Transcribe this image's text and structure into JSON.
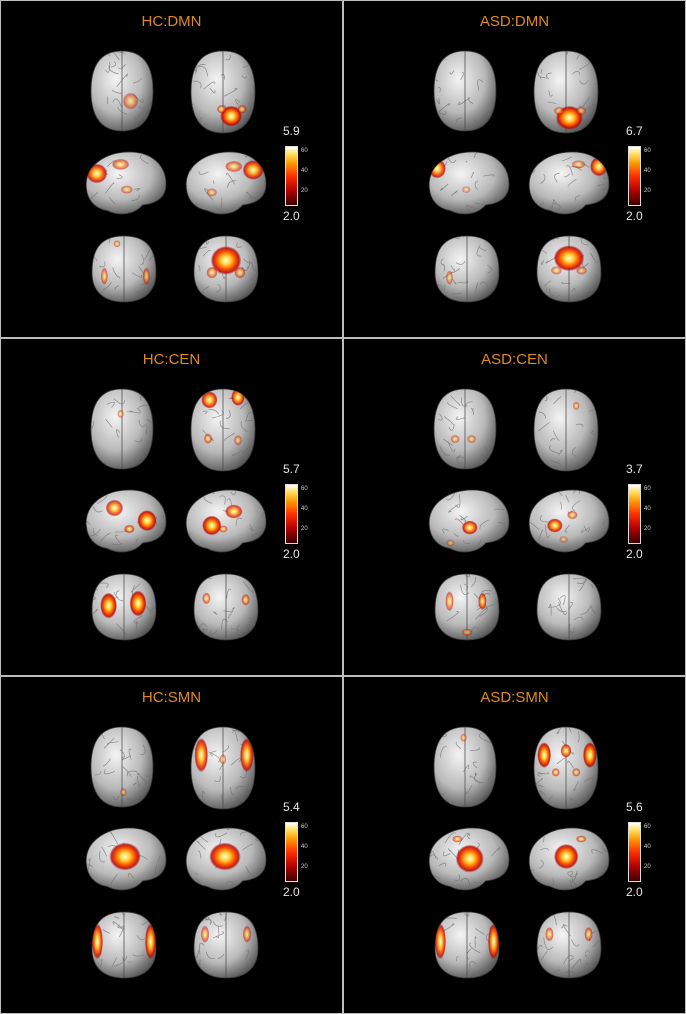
{
  "panels": [
    {
      "key": "hc-dmn",
      "title": "HC:DMN",
      "scale_max": "5.9",
      "scale_min": "2.0",
      "ticks": [
        "60",
        "40",
        "20"
      ],
      "spots": {
        "inferior": [
          [
            0.63,
            0.62,
            0.12,
            0.1,
            0.5
          ]
        ],
        "superior": [
          [
            0.62,
            0.78,
            0.16,
            0.12,
            1.0
          ],
          [
            0.48,
            0.7,
            0.07,
            0.05,
            0.6
          ],
          [
            0.78,
            0.7,
            0.07,
            0.05,
            0.6
          ]
        ],
        "left": [
          [
            0.18,
            0.35,
            0.12,
            0.14,
            0.9
          ],
          [
            0.45,
            0.22,
            0.1,
            0.08,
            0.6
          ],
          [
            0.52,
            0.58,
            0.07,
            0.06,
            0.5
          ]
        ],
        "right": [
          [
            0.82,
            0.3,
            0.12,
            0.14,
            0.9
          ],
          [
            0.6,
            0.25,
            0.1,
            0.08,
            0.6
          ],
          [
            0.35,
            0.62,
            0.06,
            0.06,
            0.5
          ]
        ],
        "anterior": [
          [
            0.4,
            0.15,
            0.05,
            0.05,
            0.5
          ],
          [
            0.22,
            0.6,
            0.05,
            0.12,
            0.6
          ],
          [
            0.82,
            0.6,
            0.05,
            0.12,
            0.6
          ]
        ],
        "posterior": [
          [
            0.5,
            0.38,
            0.22,
            0.2,
            1.0
          ],
          [
            0.3,
            0.55,
            0.08,
            0.08,
            0.6
          ],
          [
            0.7,
            0.55,
            0.08,
            0.08,
            0.6
          ]
        ]
      }
    },
    {
      "key": "asd-dmn",
      "title": "ASD:DMN",
      "scale_max": "6.7",
      "scale_min": "2.0",
      "ticks": [
        "60",
        "40",
        "20"
      ],
      "spots": {
        "inferior": [],
        "superior": [
          [
            0.55,
            0.8,
            0.2,
            0.14,
            1.0
          ],
          [
            0.4,
            0.72,
            0.08,
            0.05,
            0.5
          ],
          [
            0.72,
            0.72,
            0.08,
            0.05,
            0.5
          ]
        ],
        "left": [
          [
            0.15,
            0.28,
            0.1,
            0.14,
            0.9
          ],
          [
            0.48,
            0.58,
            0.05,
            0.05,
            0.4
          ]
        ],
        "right": [
          [
            0.85,
            0.25,
            0.1,
            0.14,
            0.9
          ],
          [
            0.62,
            0.22,
            0.08,
            0.06,
            0.5
          ]
        ],
        "anterior": [
          [
            0.25,
            0.62,
            0.05,
            0.1,
            0.5
          ]
        ],
        "posterior": [
          [
            0.5,
            0.35,
            0.22,
            0.18,
            1.0
          ],
          [
            0.32,
            0.52,
            0.08,
            0.06,
            0.5
          ],
          [
            0.68,
            0.52,
            0.08,
            0.06,
            0.5
          ]
        ]
      }
    },
    {
      "key": "hc-cen",
      "title": "HC:CEN",
      "scale_max": "5.7",
      "scale_min": "2.0",
      "ticks": [
        "60",
        "40",
        "20"
      ],
      "spots": {
        "inferior": [
          [
            0.48,
            0.32,
            0.05,
            0.05,
            0.5
          ]
        ],
        "superior": [
          [
            0.3,
            0.15,
            0.12,
            0.1,
            0.9
          ],
          [
            0.72,
            0.12,
            0.1,
            0.1,
            0.9
          ],
          [
            0.28,
            0.6,
            0.06,
            0.06,
            0.6
          ],
          [
            0.72,
            0.62,
            0.06,
            0.06,
            0.5
          ]
        ],
        "left": [
          [
            0.38,
            0.3,
            0.1,
            0.12,
            0.8
          ],
          [
            0.75,
            0.48,
            0.11,
            0.15,
            1.0
          ],
          [
            0.55,
            0.6,
            0.06,
            0.06,
            0.7
          ]
        ],
        "right": [
          [
            0.35,
            0.55,
            0.11,
            0.14,
            1.0
          ],
          [
            0.6,
            0.35,
            0.1,
            0.1,
            0.8
          ],
          [
            0.48,
            0.6,
            0.05,
            0.05,
            0.6
          ]
        ],
        "anterior": [
          [
            0.28,
            0.48,
            0.12,
            0.18,
            1.0
          ],
          [
            0.7,
            0.45,
            0.12,
            0.18,
            1.0
          ]
        ],
        "posterior": [
          [
            0.22,
            0.38,
            0.06,
            0.08,
            0.6
          ],
          [
            0.78,
            0.4,
            0.06,
            0.08,
            0.6
          ]
        ]
      }
    },
    {
      "key": "asd-cen",
      "title": "ASD:CEN",
      "scale_max": "3.7",
      "scale_min": "2.0",
      "ticks": [
        "60",
        "40",
        "20"
      ],
      "spots": {
        "inferior": [
          [
            0.35,
            0.62,
            0.07,
            0.05,
            0.5
          ],
          [
            0.6,
            0.62,
            0.07,
            0.05,
            0.5
          ]
        ],
        "superior": [
          [
            0.65,
            0.22,
            0.05,
            0.05,
            0.5
          ]
        ],
        "left": [
          [
            0.52,
            0.58,
            0.09,
            0.1,
            0.9
          ],
          [
            0.3,
            0.8,
            0.05,
            0.05,
            0.4
          ]
        ],
        "right": [
          [
            0.35,
            0.55,
            0.09,
            0.1,
            0.9
          ],
          [
            0.55,
            0.4,
            0.06,
            0.06,
            0.6
          ],
          [
            0.45,
            0.75,
            0.05,
            0.05,
            0.4
          ]
        ],
        "anterior": [
          [
            0.25,
            0.42,
            0.06,
            0.14,
            0.6
          ],
          [
            0.72,
            0.42,
            0.06,
            0.12,
            0.8
          ],
          [
            0.5,
            0.85,
            0.08,
            0.05,
            0.5
          ]
        ],
        "posterior": []
      }
    },
    {
      "key": "hc-smn",
      "title": "HC:SMN",
      "scale_max": "5.4",
      "scale_min": "2.0",
      "ticks": [
        "60",
        "40",
        "20"
      ],
      "spots": {
        "inferior": [
          [
            0.52,
            0.8,
            0.05,
            0.05,
            0.5
          ]
        ],
        "superior": [
          [
            0.18,
            0.35,
            0.1,
            0.2,
            0.9
          ],
          [
            0.85,
            0.35,
            0.1,
            0.2,
            0.9
          ],
          [
            0.5,
            0.4,
            0.05,
            0.06,
            0.5
          ]
        ],
        "left": [
          [
            0.5,
            0.45,
            0.18,
            0.2,
            1.0
          ]
        ],
        "right": [
          [
            0.5,
            0.45,
            0.18,
            0.2,
            1.0
          ]
        ],
        "anterior": [
          [
            0.12,
            0.45,
            0.08,
            0.25,
            0.9
          ],
          [
            0.88,
            0.45,
            0.08,
            0.25,
            0.9
          ]
        ],
        "posterior": [
          [
            0.2,
            0.35,
            0.06,
            0.12,
            0.6
          ],
          [
            0.8,
            0.35,
            0.06,
            0.12,
            0.6
          ]
        ]
      }
    },
    {
      "key": "asd-smn",
      "title": "ASD:SMN",
      "scale_max": "5.6",
      "scale_min": "2.0",
      "ticks": [
        "60",
        "40",
        "20"
      ],
      "spots": {
        "inferior": [
          [
            0.48,
            0.15,
            0.05,
            0.05,
            0.5
          ]
        ],
        "superior": [
          [
            0.18,
            0.35,
            0.1,
            0.15,
            1.0
          ],
          [
            0.85,
            0.35,
            0.1,
            0.15,
            1.0
          ],
          [
            0.5,
            0.3,
            0.08,
            0.08,
            0.8
          ],
          [
            0.35,
            0.55,
            0.06,
            0.05,
            0.6
          ],
          [
            0.65,
            0.55,
            0.06,
            0.05,
            0.6
          ]
        ],
        "left": [
          [
            0.52,
            0.48,
            0.16,
            0.2,
            1.0
          ],
          [
            0.38,
            0.2,
            0.06,
            0.05,
            0.6
          ]
        ],
        "right": [
          [
            0.48,
            0.45,
            0.14,
            0.18,
            1.0
          ],
          [
            0.65,
            0.2,
            0.06,
            0.05,
            0.6
          ]
        ],
        "anterior": [
          [
            0.12,
            0.45,
            0.08,
            0.25,
            0.9
          ],
          [
            0.88,
            0.45,
            0.08,
            0.25,
            0.9
          ]
        ],
        "posterior": [
          [
            0.22,
            0.35,
            0.06,
            0.1,
            0.6
          ],
          [
            0.78,
            0.35,
            0.06,
            0.1,
            0.6
          ]
        ]
      }
    }
  ]
}
